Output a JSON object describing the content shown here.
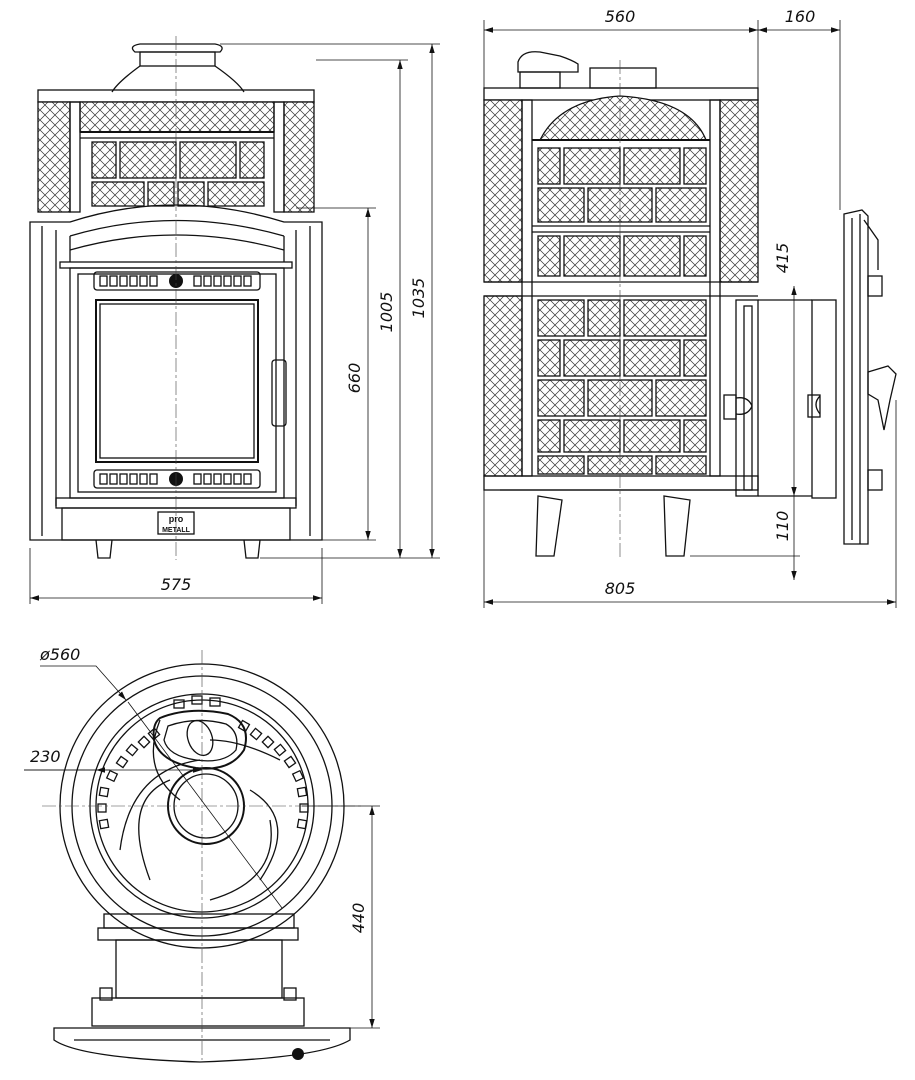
{
  "drawing": {
    "front_view": {
      "width_label": "575",
      "height_overall_label": "1035",
      "height_mid_label": "1005",
      "door_height_label": "660",
      "brand_top": "pro",
      "brand_bottom": "METALL"
    },
    "side_view": {
      "depth_label": "560",
      "door_offset_label": "160",
      "total_depth_label": "805",
      "door_top_label": "415",
      "legs_label": "110"
    },
    "top_view": {
      "diameter_label": "ø560",
      "offset_label": "230",
      "depth_label": "440"
    }
  }
}
